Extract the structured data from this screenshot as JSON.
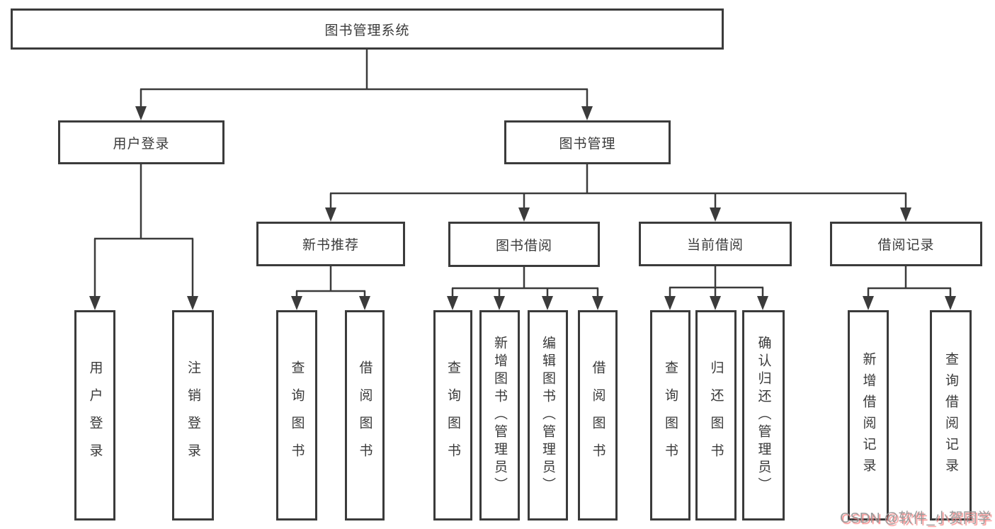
{
  "nodes": {
    "root": "图书管理系统",
    "user_login": "用户登录",
    "book_mgmt": "图书管理",
    "new_book_rec": "新书推荐",
    "book_borrow": "图书借阅",
    "current_borrow": "当前借阅",
    "borrow_records": "借阅记录",
    "leaf_user_login": "用户登录",
    "leaf_logout": "注销登录",
    "leaf_query_book_1": "查询图书",
    "leaf_borrow_book_1": "借阅图书",
    "leaf_query_book_2": "查询图书",
    "leaf_add_book_admin": "新增图书（管理员）",
    "leaf_edit_book_admin": "编辑图书（管理员）",
    "leaf_borrow_book_2": "借阅图书",
    "leaf_query_book_3": "查询图书",
    "leaf_return_book": "归还图书",
    "leaf_confirm_return_admin": "确认归还（管理员）",
    "leaf_add_borrow_record": "新增借阅记录",
    "leaf_query_borrow_record": "查询借阅记录"
  },
  "watermark": "CSDN @软件_小贺同学",
  "colors": {
    "line": "#3b3b3b",
    "text": "#3a3a3a",
    "background": "#ffffff",
    "watermark_gray": "#9b9b9b",
    "watermark_red": "#f67878"
  }
}
